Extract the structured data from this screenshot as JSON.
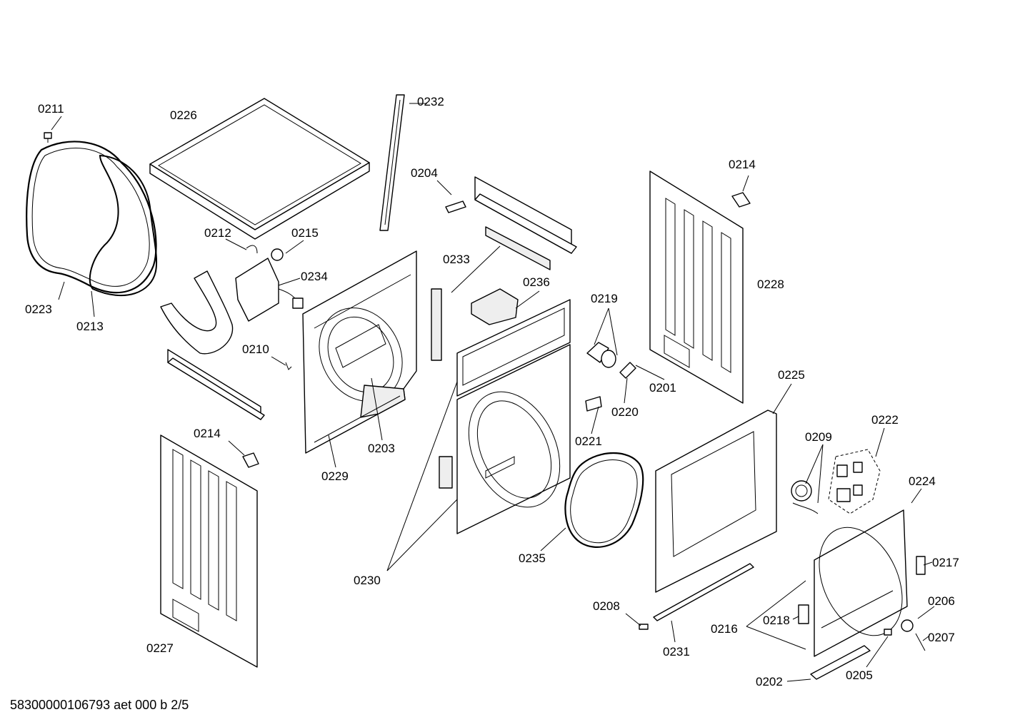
{
  "diagram": {
    "labels": [
      {
        "id": "0211",
        "text": "0211"
      },
      {
        "id": "0226",
        "text": "0226"
      },
      {
        "id": "0232",
        "text": "0232"
      },
      {
        "id": "0204",
        "text": "0204"
      },
      {
        "id": "0214a",
        "text": "0214"
      },
      {
        "id": "0212",
        "text": "0212"
      },
      {
        "id": "0215",
        "text": "0215"
      },
      {
        "id": "0234",
        "text": "0234"
      },
      {
        "id": "0233",
        "text": "0233"
      },
      {
        "id": "0236",
        "text": "0236"
      },
      {
        "id": "0219",
        "text": "0219"
      },
      {
        "id": "0228",
        "text": "0228"
      },
      {
        "id": "0223",
        "text": "0223"
      },
      {
        "id": "0213",
        "text": "0213"
      },
      {
        "id": "0210",
        "text": "0210"
      },
      {
        "id": "0201",
        "text": "0201"
      },
      {
        "id": "0220",
        "text": "0220"
      },
      {
        "id": "0225",
        "text": "0225"
      },
      {
        "id": "0221",
        "text": "0221"
      },
      {
        "id": "0203",
        "text": "0203"
      },
      {
        "id": "0214b",
        "text": "0214"
      },
      {
        "id": "0229",
        "text": "0229"
      },
      {
        "id": "0209",
        "text": "0209"
      },
      {
        "id": "0222",
        "text": "0222"
      },
      {
        "id": "0224",
        "text": "0224"
      },
      {
        "id": "0235",
        "text": "0235"
      },
      {
        "id": "0230",
        "text": "0230"
      },
      {
        "id": "0217",
        "text": "0217"
      },
      {
        "id": "0206",
        "text": "0206"
      },
      {
        "id": "0208",
        "text": "0208"
      },
      {
        "id": "0216",
        "text": "0216"
      },
      {
        "id": "0218",
        "text": "0218"
      },
      {
        "id": "0207",
        "text": "0207"
      },
      {
        "id": "0231",
        "text": "0231"
      },
      {
        "id": "0205",
        "text": "0205"
      },
      {
        "id": "0202",
        "text": "0202"
      },
      {
        "id": "0227",
        "text": "0227"
      }
    ]
  },
  "footer": {
    "text": "58300000106793 aet 000 b 2/5"
  }
}
